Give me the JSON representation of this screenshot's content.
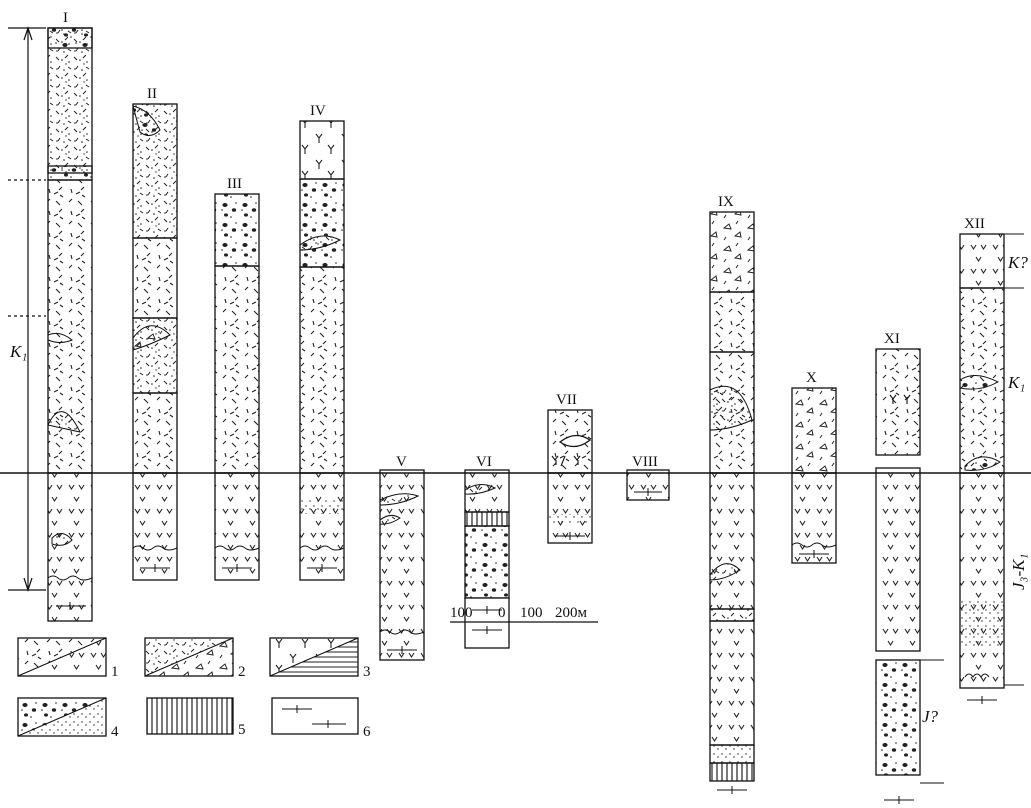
{
  "figure": {
    "columns": [
      {
        "id": "I",
        "label": "I"
      },
      {
        "id": "II",
        "label": "II"
      },
      {
        "id": "III",
        "label": "III"
      },
      {
        "id": "IV",
        "label": "IV"
      },
      {
        "id": "V",
        "label": "V"
      },
      {
        "id": "VI",
        "label": "VI"
      },
      {
        "id": "VII",
        "label": "VII"
      },
      {
        "id": "VIII",
        "label": "VIII"
      },
      {
        "id": "IX",
        "label": "IX"
      },
      {
        "id": "X",
        "label": "X"
      },
      {
        "id": "XI",
        "label": "XI"
      },
      {
        "id": "XII",
        "label": "XII"
      }
    ],
    "age_labels": {
      "left_k1": "K₁",
      "xii_k_query": "K?",
      "xii_k1": "K₁",
      "xii_j3k1": "J₃-K₁",
      "xi_j_query": "J?"
    },
    "legend": [
      {
        "num": "1",
        "pattern": "felsic-volcanics-over-andesite"
      },
      {
        "num": "2",
        "pattern": "tuffs-with-breccia"
      },
      {
        "num": "3",
        "pattern": "dacite-over-laminated-sediment"
      },
      {
        "num": "4",
        "pattern": "conglomerate-over-sandstone"
      },
      {
        "num": "5",
        "pattern": "vertical-hatch"
      },
      {
        "num": "6",
        "pattern": "fault-symbol"
      }
    ],
    "scale_bar": {
      "ticks": [
        "100",
        "0",
        "100",
        "200м"
      ]
    }
  }
}
